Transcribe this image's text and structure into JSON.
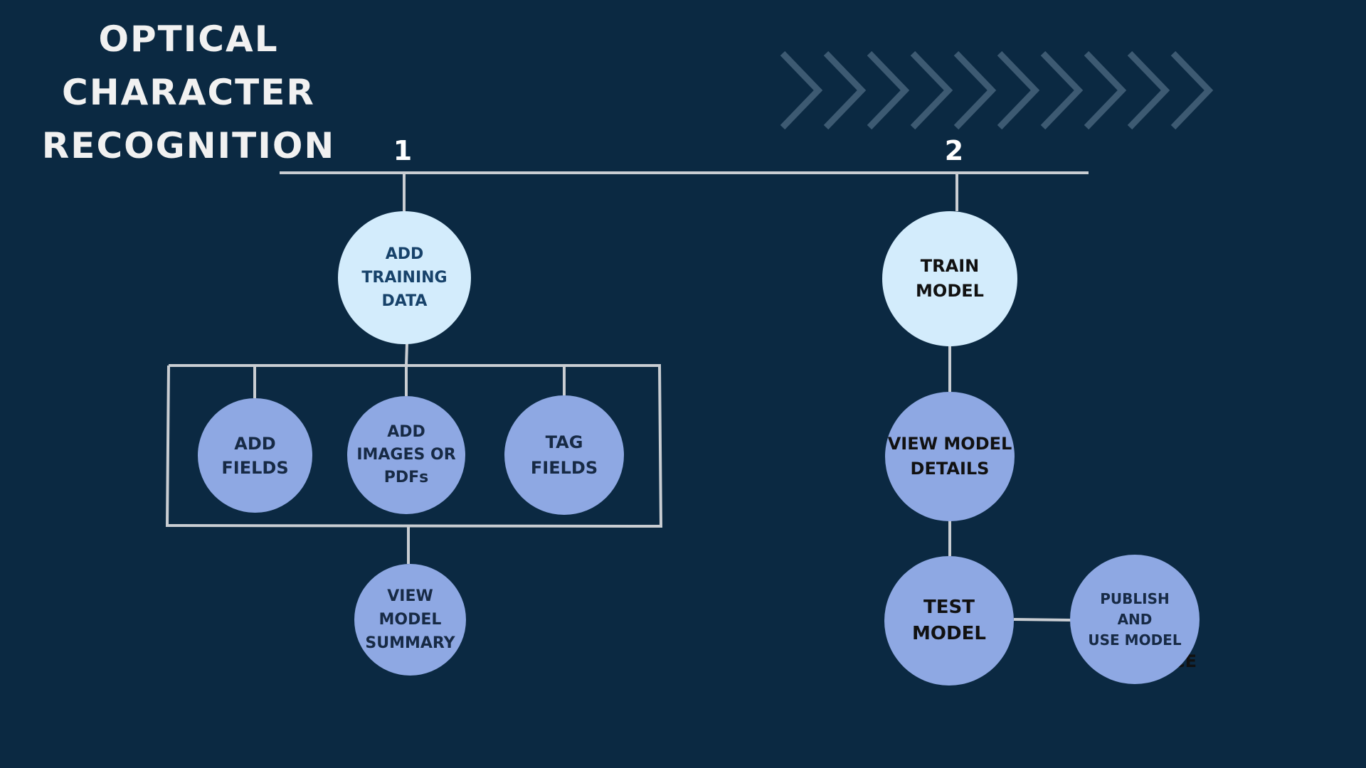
{
  "title": {
    "line1": "OPTICAL",
    "line2": "CHARACTER",
    "line3": "RECOGNITION"
  },
  "steps": {
    "one": "1",
    "two": "2"
  },
  "nodes": {
    "add_training_data": "ADD\nTRAINING\nDATA",
    "add_fields": "ADD\nFIELDS",
    "add_images": "ADD\nIMAGES OR\nPDFs",
    "tag_fields": "TAG\nFIELDS",
    "view_model_summary": "VIEW\nMODEL\nSUMMARY",
    "train_model": "TRAIN\nMODEL",
    "view_model_details": "VIEW MODEL\nDETAILS",
    "test_model": "TEST\nMODEL",
    "publish_model": "PUBLISH\nAND\nUSE MODEL"
  },
  "partially_hidden_text": "CE",
  "colors": {
    "background": "#0b2942",
    "light_node": "#d3ecfc",
    "mid_node": "#8ea8e3",
    "line": "#c9cdd2",
    "chevron": "#3d5a72"
  }
}
